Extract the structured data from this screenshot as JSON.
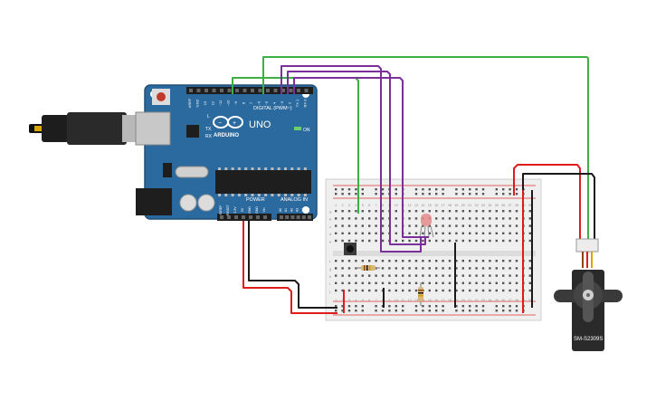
{
  "arduino": {
    "brand": "ARDUINO",
    "model": "UNO",
    "digital_label": "DIGITAL (PWM~)",
    "power_label": "POWER",
    "analog_label": "ANALOG IN",
    "on_label": "ON",
    "l_label": "L",
    "tx_label": "TX",
    "rx_label": "RX",
    "digital_pins": [
      "AREF",
      "GND",
      "13",
      "12",
      "~11",
      "~10",
      "~9",
      "8",
      "7",
      "~6",
      "~5",
      "4",
      "~3",
      "2",
      "TX 1",
      "RX 0"
    ],
    "power_pins": [
      "IOREF",
      "RESET",
      "3.3V",
      "5V",
      "GND",
      "GND",
      "Vin"
    ],
    "analog_pins": [
      "A0",
      "A1",
      "A2",
      "A3",
      "A4",
      "A5"
    ]
  },
  "servo": {
    "label": "SM-S2309S"
  },
  "breadboard": {
    "rows": [
      "a",
      "b",
      "c",
      "d",
      "e",
      "f",
      "g",
      "h",
      "i",
      "j"
    ],
    "column_count": 30
  },
  "colors": {
    "board": "#2b6a9e",
    "board_dark": "#1f4f7a",
    "wire_green": "#3cb043",
    "wire_purple": "#7a2f99",
    "wire_red": "#e01b1b",
    "wire_black": "#1a1a1a",
    "breadboard": "#efefef",
    "led": "#e58b8b"
  }
}
